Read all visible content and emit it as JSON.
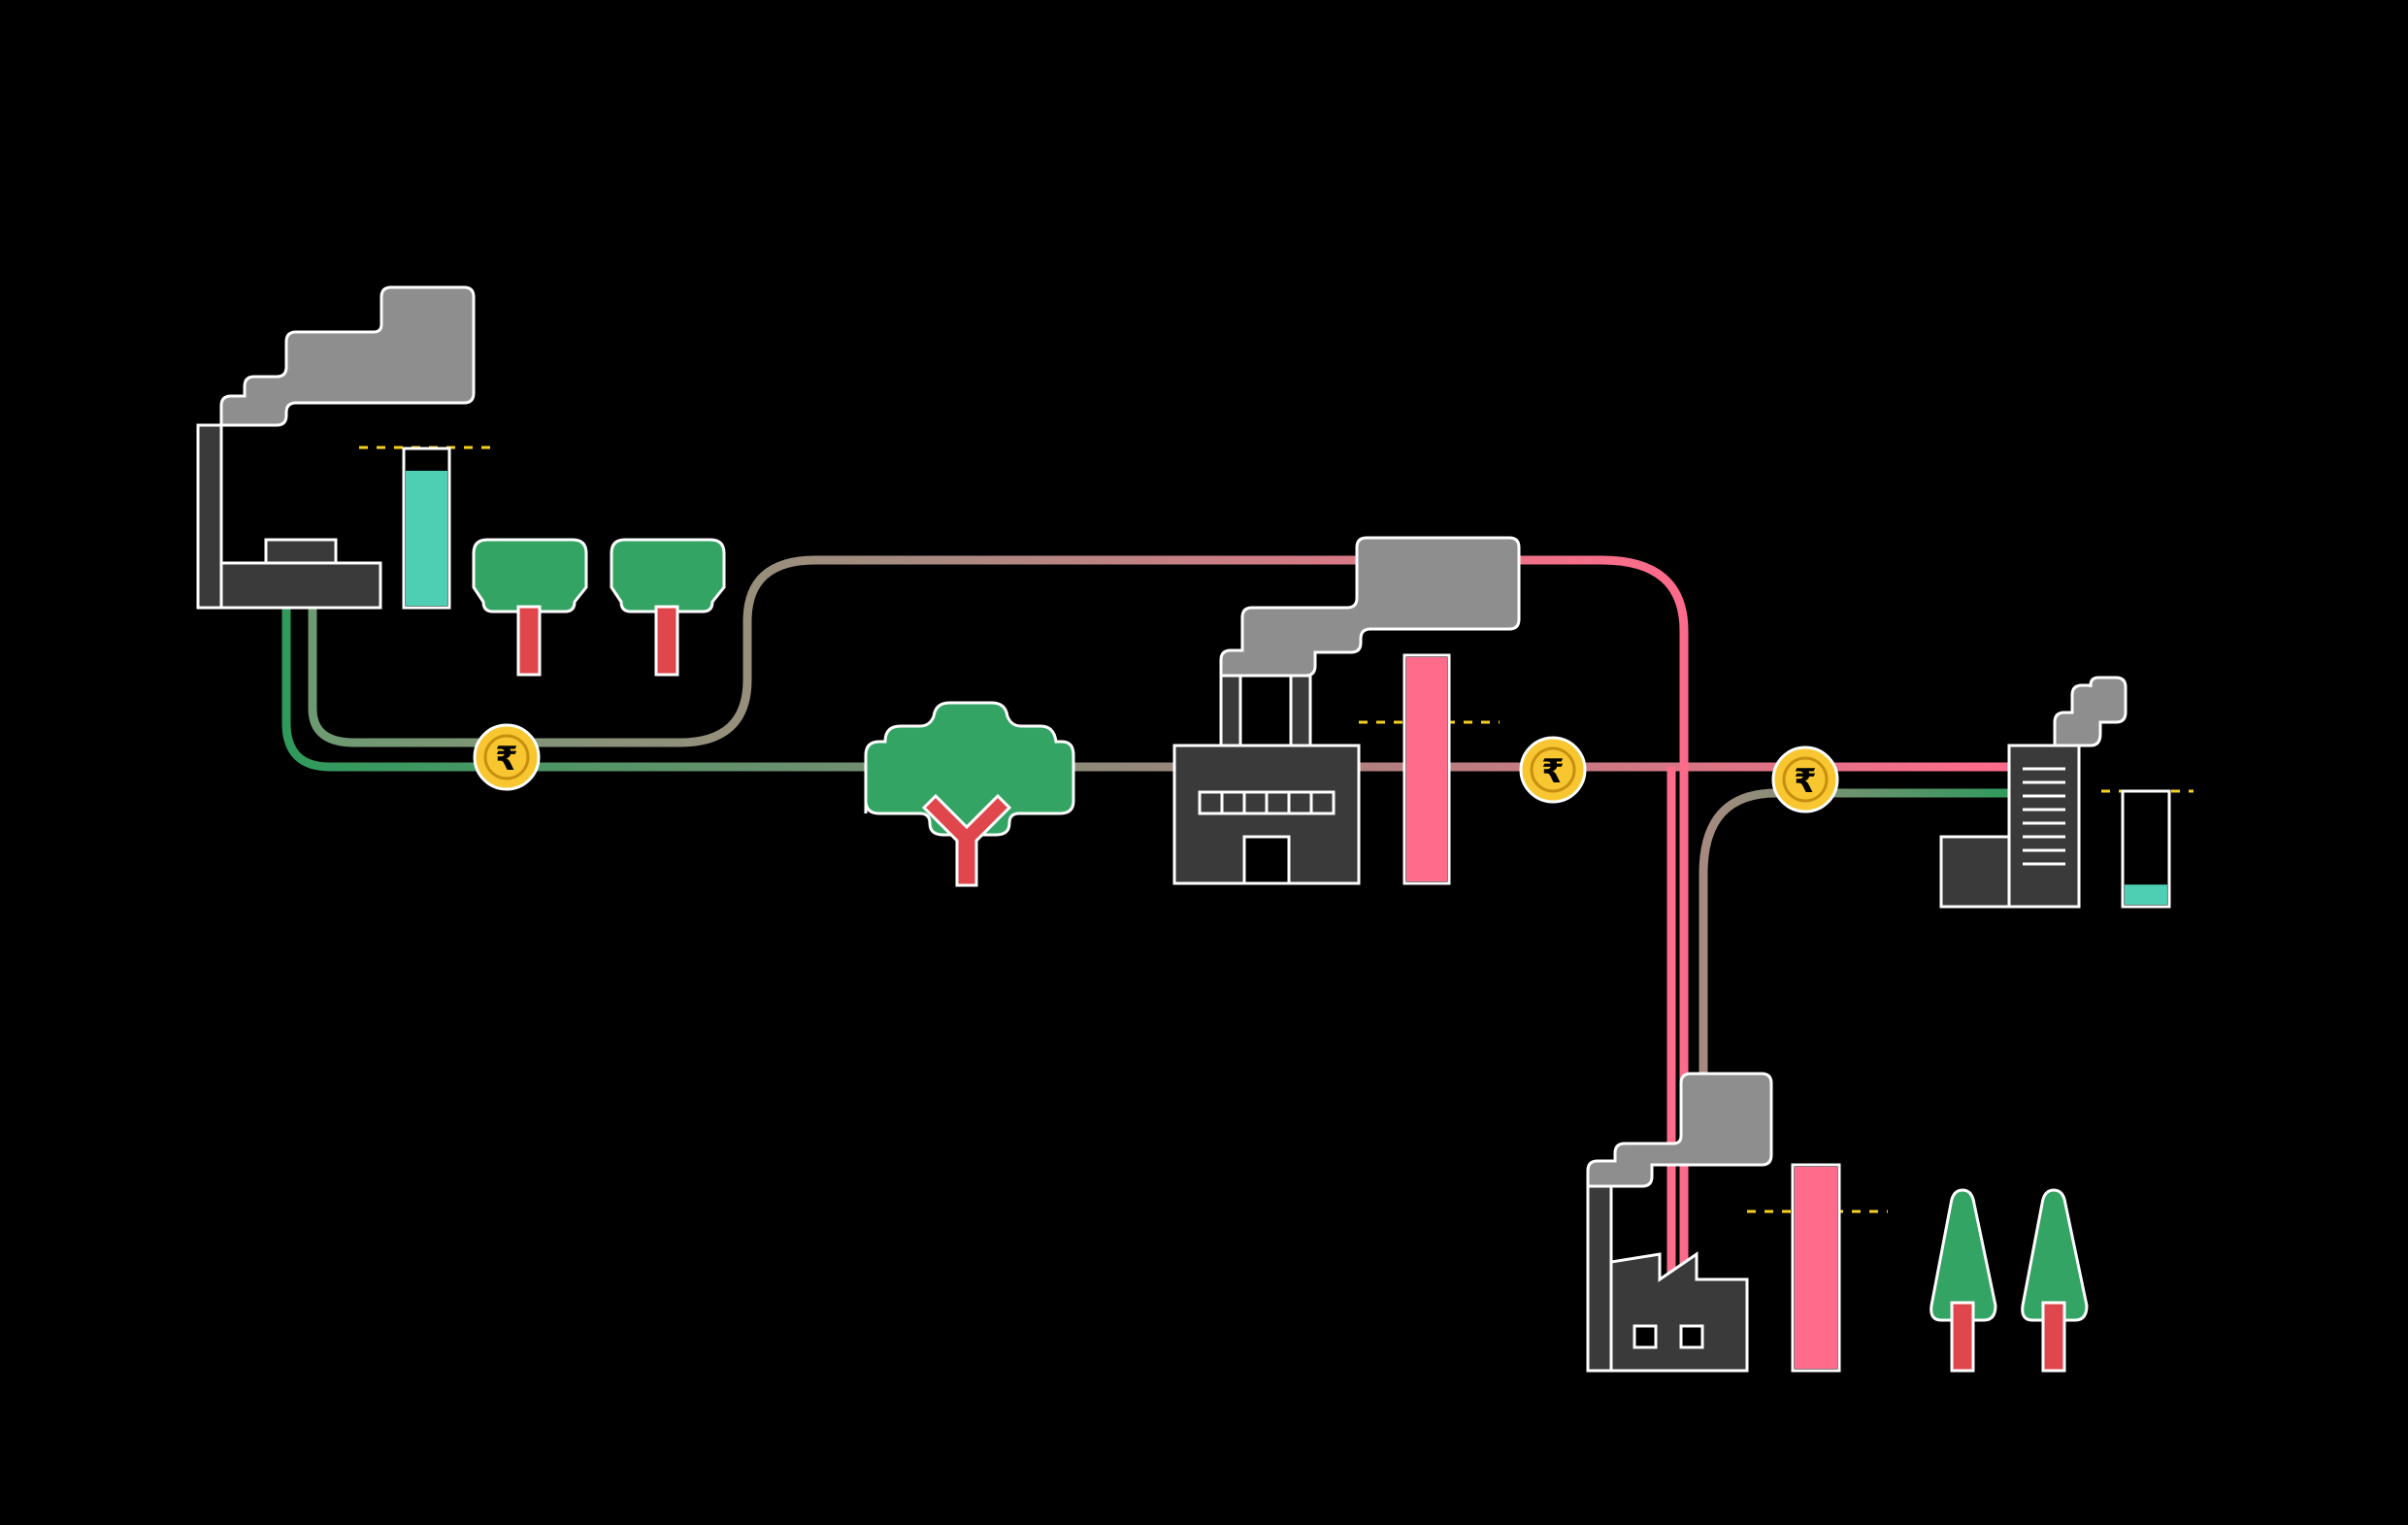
{
  "colors": {
    "background": "#000000",
    "outline": "#ffffff",
    "building_fill": "#3a3a3a",
    "smoke_fill": "#8e8e8e",
    "tree_green": "#34a464",
    "trunk_red": "#e0474c",
    "pink": "#ff6b8a",
    "teal": "#4ecfb4",
    "coin_gold": "#f8c630",
    "threshold_yellow": "#f5d020",
    "pipe_green": "#2f9a5c",
    "pipe_mid": "#8a8a78"
  },
  "coins": [
    {
      "symbol": "₹"
    },
    {
      "symbol": "₹"
    },
    {
      "symbol": "₹"
    }
  ],
  "levels": {
    "factory_a_teal_meter": 0.88,
    "factory_b_pink_meter": 1.0,
    "factory_d_pink_meter": 1.0,
    "office_c_teal_meter": 0.18
  },
  "icons": [
    "factory-a-icon",
    "smoke-icon",
    "round-tree-icon",
    "big-tree-icon",
    "factory-b-icon",
    "factory-c-office-icon",
    "factory-d-icon",
    "pine-tree-icon",
    "rupee-coin-icon",
    "meter-icon"
  ]
}
